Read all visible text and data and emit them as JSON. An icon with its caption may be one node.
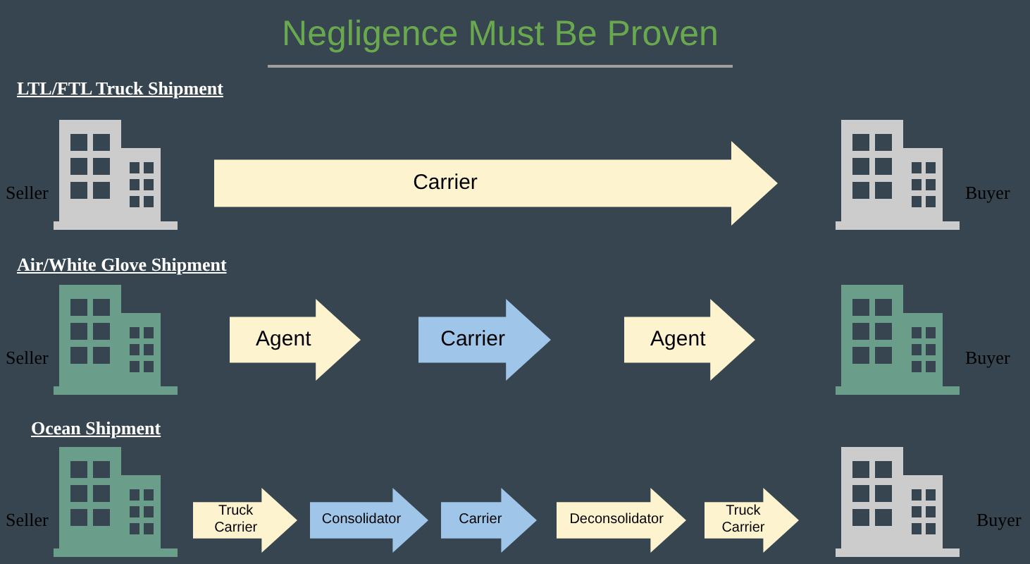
{
  "diagram": {
    "title": "Negligence Must Be Proven",
    "nodes": [
      {
        "text": [],
        "shape": "building",
        "beside": [
          "Seller"
        ]
      },
      {
        "text": [
          "Carrier"
        ]
      },
      {
        "text": [],
        "shape": "building",
        "beside": [
          "Buyer"
        ]
      },
      {
        "text": [],
        "shape": "building",
        "beside": [
          "Seller"
        ]
      },
      {
        "text": [
          "Agent"
        ]
      },
      {
        "text": [
          "Carrier"
        ]
      },
      {
        "text": [
          "Agent"
        ]
      },
      {
        "text": [],
        "shape": "building",
        "beside": [
          "Buyer"
        ]
      },
      {
        "text": [],
        "shape": "building",
        "beside": [
          "Seller"
        ]
      },
      {
        "text": [
          "Truck Carrier"
        ]
      },
      {
        "text": [
          "Consolidator"
        ]
      },
      {
        "text": [
          "Carrier"
        ]
      },
      {
        "text": [
          "Deconsolidator"
        ]
      },
      {
        "text": [
          "Truck Carrier"
        ]
      },
      {
        "text": [],
        "shape": "building",
        "beside": [
          "Buyer"
        ]
      }
    ],
    "labels": [
      "LTL/FTL Truck Shipment",
      "Air/White Glove Shipment",
      "Ocean Shipment"
    ]
  }
}
